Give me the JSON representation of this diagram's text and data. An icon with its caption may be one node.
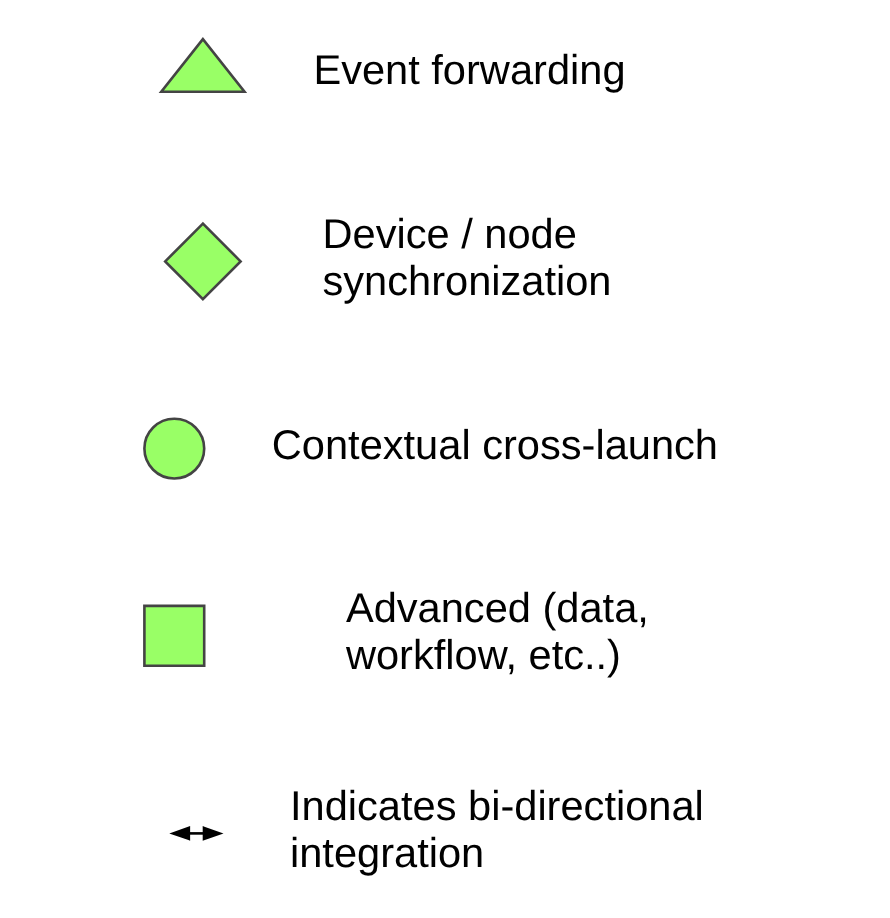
{
  "diagram": {
    "nodes": [
      {
        "text": [],
        "shape": "triangle"
      },
      {
        "text": [],
        "shape": "diamond"
      },
      {
        "text": [],
        "shape": "circle"
      },
      {
        "text": [],
        "shape": "box"
      }
    ],
    "legend": [
      {
        "text": "Event forwarding",
        "color": "#99ff66"
      },
      {
        "text": "Device / node synchronization",
        "color": "#99ff66"
      },
      {
        "text": "Contextual cross-launch",
        "color": "#99ff66"
      },
      {
        "text": "Advanced (data, workflow, etc..)",
        "color": "#99ff66"
      },
      {
        "text": "Indicates bi-directional integration"
      }
    ]
  }
}
